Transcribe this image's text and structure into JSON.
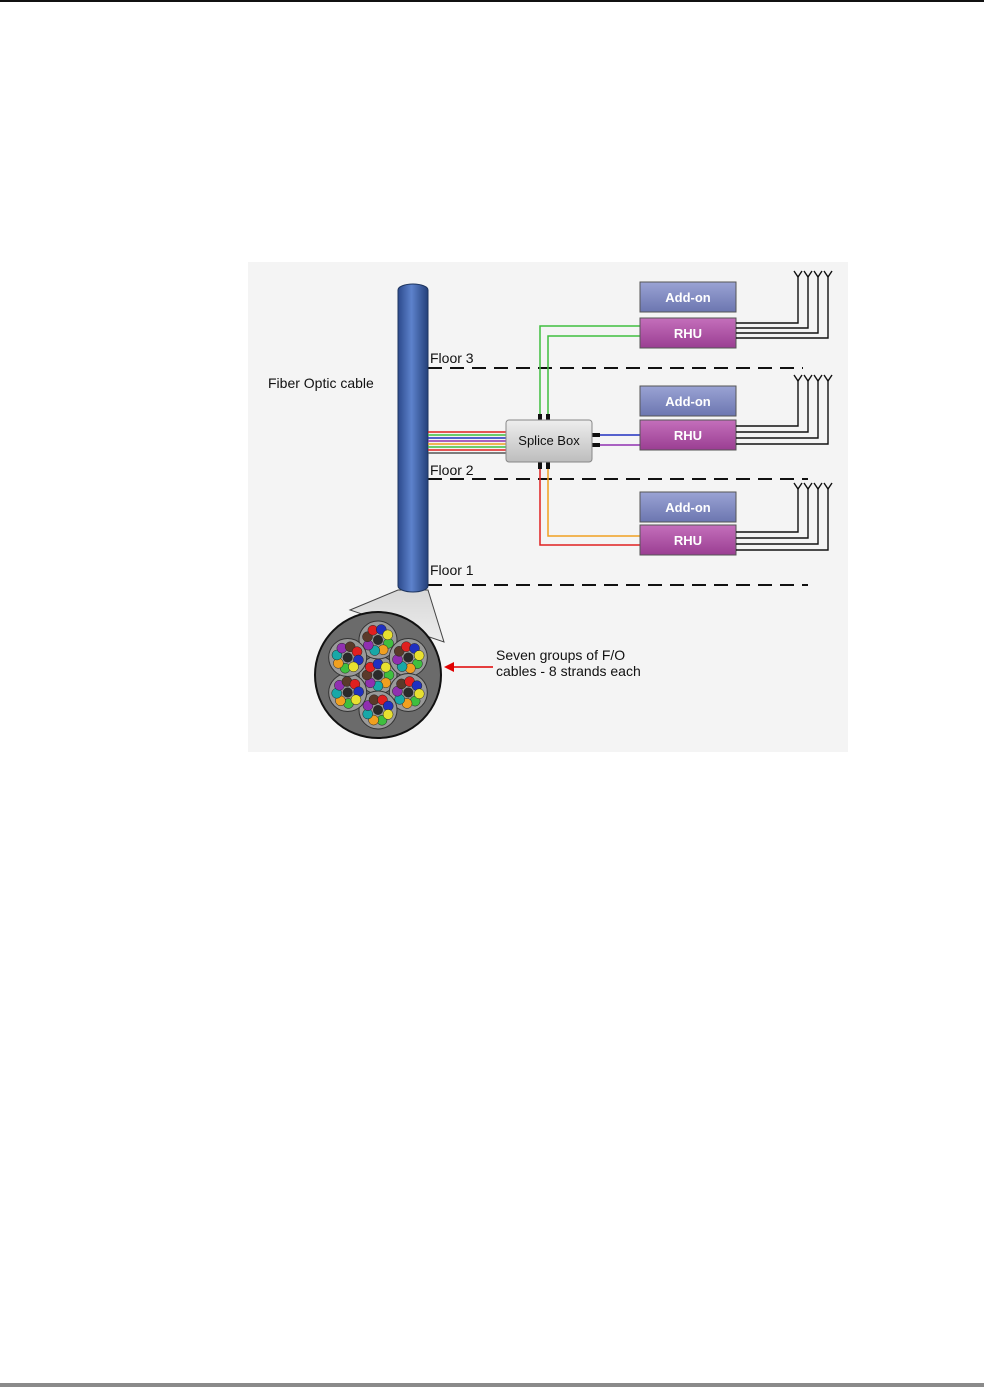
{
  "diagram": {
    "cable_label": "Fiber Optic cable",
    "floors": [
      "Floor 3",
      "Floor 2",
      "Floor 1"
    ],
    "splice_box_label": "Splice Box",
    "units": [
      {
        "addon_label": "Add-on",
        "rhu_label": "RHU"
      },
      {
        "addon_label": "Add-on",
        "rhu_label": "RHU"
      },
      {
        "addon_label": "Add-on",
        "rhu_label": "RHU"
      }
    ],
    "annotation_line1": "Seven groups of F/O",
    "annotation_line2": "cables - 8 strands each",
    "colors": {
      "cable": "#3a5fa8",
      "addon": "#7f8ac0",
      "rhu": "#b257a8",
      "splice_box": "#d4d4d4",
      "strand_green": "#3fbf3f",
      "strand_red": "#e02020",
      "strand_orange": "#f0a020",
      "strand_blue": "#2030c0",
      "strand_purple": "#9030b0",
      "arrow": "#e00000"
    }
  }
}
